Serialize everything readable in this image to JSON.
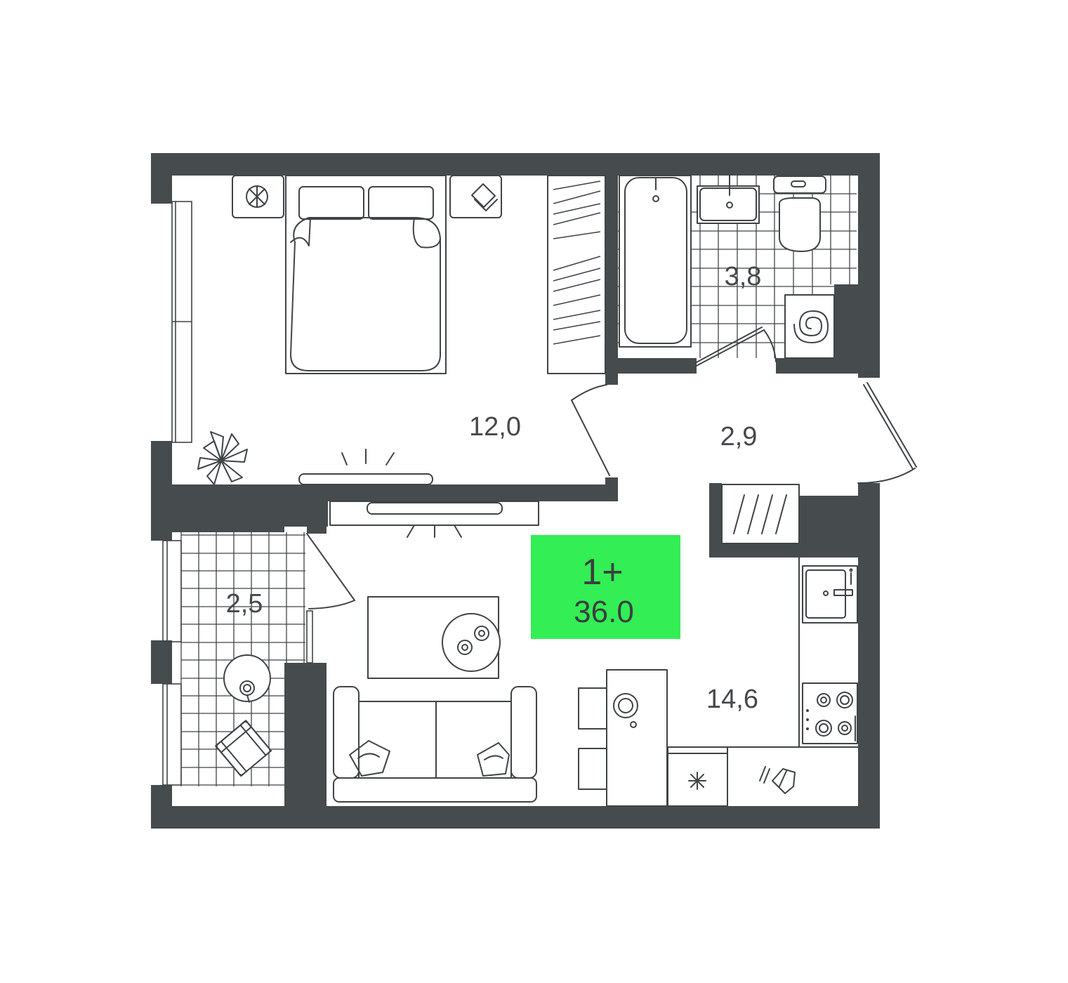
{
  "badge": {
    "rooms": "1+",
    "total_area": "36.0",
    "color": "#33ee55"
  },
  "rooms": {
    "bedroom": "12,0",
    "bathroom": "3,8",
    "hallway": "2,9",
    "balcony": "2,5",
    "living_kitchen": "14,6"
  },
  "colors": {
    "wall": "#464b4d",
    "line": "#3f4446",
    "background": "#ffffff"
  }
}
